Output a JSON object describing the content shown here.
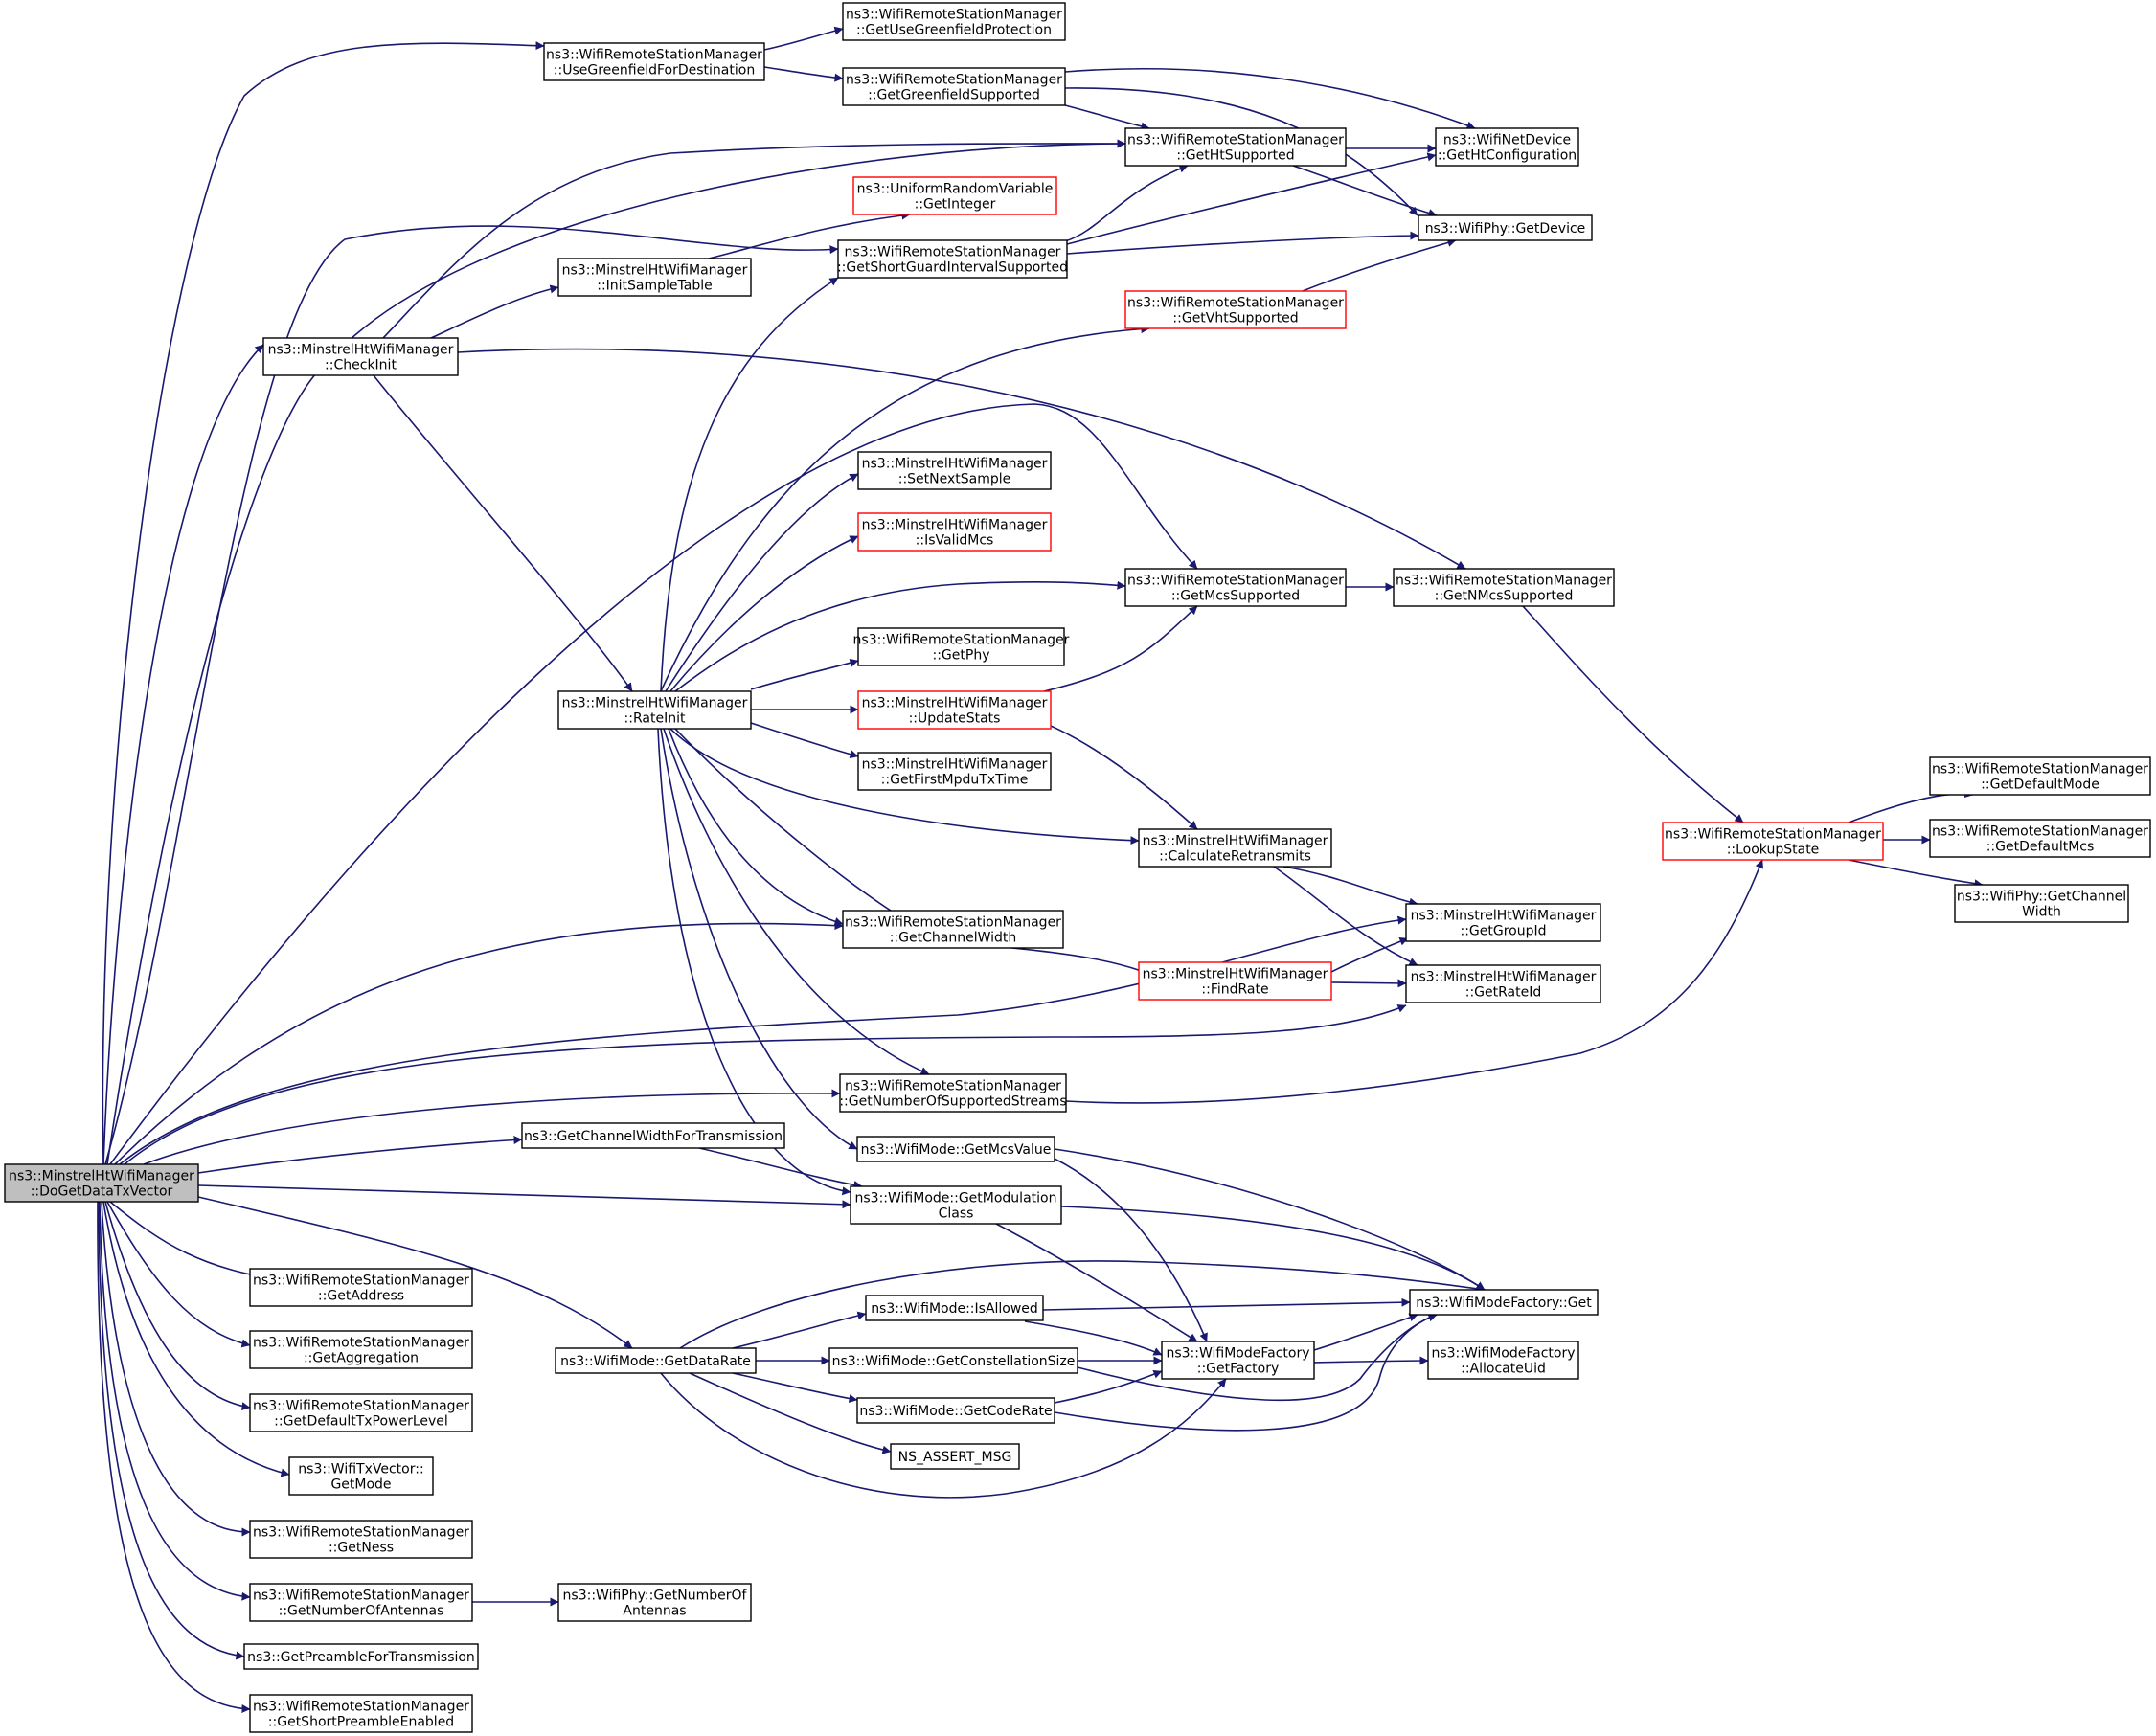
{
  "colors": {
    "edge": "#191970",
    "box_border": "#000000",
    "incomplete_border": "#ff0000",
    "root_fill": "#bfbfbf"
  },
  "nodes": [
    {
      "id": "root",
      "lines": [
        "ns3::MinstrelHtWifiManager",
        "::DoGetDataTxVector"
      ],
      "kind": "root"
    },
    {
      "id": "useGreenfield",
      "lines": [
        "ns3::WifiRemoteStationManager",
        "::UseGreenfieldForDestination"
      ]
    },
    {
      "id": "getUseGreenfieldProt",
      "lines": [
        "ns3::WifiRemoteStationManager",
        "::GetUseGreenfieldProtection"
      ]
    },
    {
      "id": "getGreenfieldSupported",
      "lines": [
        "ns3::WifiRemoteStationManager",
        "::GetGreenfieldSupported"
      ]
    },
    {
      "id": "getHtSupported",
      "lines": [
        "ns3::WifiRemoteStationManager",
        "::GetHtSupported"
      ]
    },
    {
      "id": "netDevGetHtConfig",
      "lines": [
        "ns3::WifiNetDevice",
        "::GetHtConfiguration"
      ]
    },
    {
      "id": "uniformGetInteger",
      "lines": [
        "ns3::UniformRandomVariable",
        "::GetInteger"
      ],
      "kind": "red"
    },
    {
      "id": "getShortGuard",
      "lines": [
        "ns3::WifiRemoteStationManager",
        "::GetShortGuardIntervalSupported"
      ]
    },
    {
      "id": "phyGetDevice",
      "lines": [
        "ns3::WifiPhy::GetDevice"
      ]
    },
    {
      "id": "initSampleTable",
      "lines": [
        "ns3::MinstrelHtWifiManager",
        "::InitSampleTable"
      ]
    },
    {
      "id": "getVhtSupported",
      "lines": [
        "ns3::WifiRemoteStationManager",
        "::GetVhtSupported"
      ],
      "kind": "red"
    },
    {
      "id": "checkInit",
      "lines": [
        "ns3::MinstrelHtWifiManager",
        "::CheckInit"
      ]
    },
    {
      "id": "setNextSample",
      "lines": [
        "ns3::MinstrelHtWifiManager",
        "::SetNextSample"
      ]
    },
    {
      "id": "isValidMcs",
      "lines": [
        "ns3::MinstrelHtWifiManager",
        "::IsValidMcs"
      ],
      "kind": "red"
    },
    {
      "id": "getMcsSupported",
      "lines": [
        "ns3::WifiRemoteStationManager",
        "::GetMcsSupported"
      ]
    },
    {
      "id": "getNMcsSupported",
      "lines": [
        "ns3::WifiRemoteStationManager",
        "::GetNMcsSupported"
      ]
    },
    {
      "id": "getPhy",
      "lines": [
        "ns3::WifiRemoteStationManager",
        "::GetPhy"
      ]
    },
    {
      "id": "rateInit",
      "lines": [
        "ns3::MinstrelHtWifiManager",
        "::RateInit"
      ]
    },
    {
      "id": "updateStats",
      "lines": [
        "ns3::MinstrelHtWifiManager",
        "::UpdateStats"
      ],
      "kind": "red"
    },
    {
      "id": "getFirstMpdu",
      "lines": [
        "ns3::MinstrelHtWifiManager",
        "::GetFirstMpduTxTime"
      ]
    },
    {
      "id": "getDefaultMode",
      "lines": [
        "ns3::WifiRemoteStationManager",
        "::GetDefaultMode"
      ]
    },
    {
      "id": "lookupState",
      "lines": [
        "ns3::WifiRemoteStationManager",
        "::LookupState"
      ],
      "kind": "red"
    },
    {
      "id": "getDefaultMcs",
      "lines": [
        "ns3::WifiRemoteStationManager",
        "::GetDefaultMcs"
      ]
    },
    {
      "id": "calcRetransmits",
      "lines": [
        "ns3::MinstrelHtWifiManager",
        "::CalculateRetransmits"
      ]
    },
    {
      "id": "phyGetChannelWidth",
      "lines": [
        "ns3::WifiPhy::GetChannel",
        "Width"
      ]
    },
    {
      "id": "getGroupId",
      "lines": [
        "ns3::MinstrelHtWifiManager",
        "::GetGroupId"
      ]
    },
    {
      "id": "rsmGetChannelWidth",
      "lines": [
        "ns3::WifiRemoteStationManager",
        "::GetChannelWidth"
      ]
    },
    {
      "id": "findRate",
      "lines": [
        "ns3::MinstrelHtWifiManager",
        "::FindRate"
      ],
      "kind": "red"
    },
    {
      "id": "getRateId",
      "lines": [
        "ns3::MinstrelHtWifiManager",
        "::GetRateId"
      ]
    },
    {
      "id": "getNumStreams",
      "lines": [
        "ns3::WifiRemoteStationManager",
        "::GetNumberOfSupportedStreams"
      ]
    },
    {
      "id": "getChWidthForTx",
      "lines": [
        "ns3::GetChannelWidthForTransmission"
      ]
    },
    {
      "id": "modeGetMcsValue",
      "lines": [
        "ns3::WifiMode::GetMcsValue"
      ]
    },
    {
      "id": "modeGetModClass",
      "lines": [
        "ns3::WifiMode::GetModulation",
        "Class"
      ]
    },
    {
      "id": "getAddress",
      "lines": [
        "ns3::WifiRemoteStationManager",
        "::GetAddress"
      ]
    },
    {
      "id": "modeIsAllowed",
      "lines": [
        "ns3::WifiMode::IsAllowed"
      ]
    },
    {
      "id": "factoryGet",
      "lines": [
        "ns3::WifiModeFactory::Get"
      ]
    },
    {
      "id": "getAggregation",
      "lines": [
        "ns3::WifiRemoteStationManager",
        "::GetAggregation"
      ]
    },
    {
      "id": "modeGetDataRate",
      "lines": [
        "ns3::WifiMode::GetDataRate"
      ]
    },
    {
      "id": "modeGetConstSize",
      "lines": [
        "ns3::WifiMode::GetConstellationSize"
      ]
    },
    {
      "id": "factoryGetFactory",
      "lines": [
        "ns3::WifiModeFactory",
        "::GetFactory"
      ]
    },
    {
      "id": "factoryAllocateUid",
      "lines": [
        "ns3::WifiModeFactory",
        "::AllocateUid"
      ]
    },
    {
      "id": "getDefaultTxPower",
      "lines": [
        "ns3::WifiRemoteStationManager",
        "::GetDefaultTxPowerLevel"
      ]
    },
    {
      "id": "modeGetCodeRate",
      "lines": [
        "ns3::WifiMode::GetCodeRate"
      ]
    },
    {
      "id": "nsAssertMsg",
      "lines": [
        "NS_ASSERT_MSG"
      ]
    },
    {
      "id": "txVectorGetMode",
      "lines": [
        "ns3::WifiTxVector::",
        "GetMode"
      ]
    },
    {
      "id": "getNess",
      "lines": [
        "ns3::WifiRemoteStationManager",
        "::GetNess"
      ]
    },
    {
      "id": "getNumAntennas",
      "lines": [
        "ns3::WifiRemoteStationManager",
        "::GetNumberOfAntennas"
      ]
    },
    {
      "id": "phyGetNumAntennas",
      "lines": [
        "ns3::WifiPhy::GetNumberOf",
        "Antennas"
      ]
    },
    {
      "id": "getPreambleForTx",
      "lines": [
        "ns3::GetPreambleForTransmission"
      ]
    },
    {
      "id": "getShortPreamble",
      "lines": [
        "ns3::WifiRemoteStationManager",
        "::GetShortPreambleEnabled"
      ]
    }
  ]
}
